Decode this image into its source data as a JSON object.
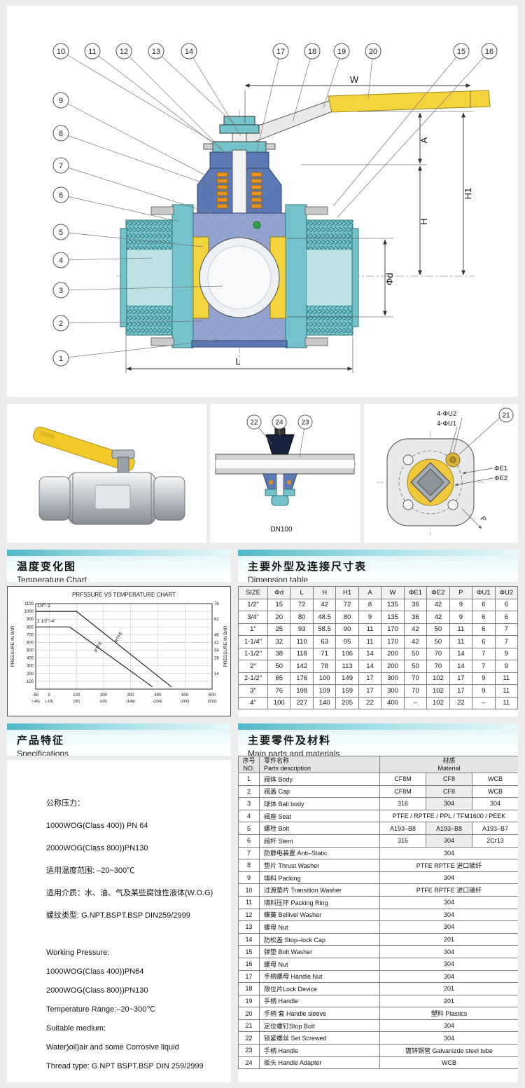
{
  "main_diagram": {
    "callouts_top": [
      "10",
      "11",
      "12",
      "13",
      "14",
      "17",
      "18",
      "19",
      "20",
      "15",
      "16"
    ],
    "callouts_left": [
      "9",
      "8",
      "7",
      "6",
      "5",
      "4",
      "3",
      "2",
      "1"
    ],
    "dim_labels": {
      "w": "W",
      "a": "A",
      "h": "H",
      "h1": "H1",
      "phi_d": "Φd",
      "l": "L"
    }
  },
  "cross_section": {
    "callouts": [
      "22",
      "24",
      "23"
    ],
    "label": "DN100"
  },
  "flange_view": {
    "callout": "21",
    "labels": {
      "u2": "4-ΦU2",
      "u1": "4-ΦU1",
      "e1": "ΦE1",
      "e2": "ΦE2",
      "p": "P"
    }
  },
  "sections": {
    "temperature": {
      "title_zh": "温度变化图",
      "title_en": "Temperature Chart"
    },
    "dimension": {
      "title_zh": "主要外型及连接尺寸表",
      "title_en": "Dimension table"
    },
    "specs": {
      "title_zh": "产品特征",
      "title_en": "Specifications"
    },
    "parts": {
      "title_zh": "主要零件及材料",
      "title_en": "Main parts and materials"
    }
  },
  "chart_data": {
    "type": "line",
    "title": "PRFSSURE VS TEMPERATURE CHART",
    "ylabel_left": "PRESSURE IN BAR",
    "ylabel_right": "PRESSURE IN BAR",
    "xlim": [
      -50,
      600
    ],
    "ylim": [
      0,
      1100
    ],
    "grid": true,
    "x_tick_values": [
      -50,
      0,
      100,
      200,
      300,
      400,
      500,
      600
    ],
    "x_tick_labels": [
      "-50",
      "0",
      "100",
      "200",
      "300",
      "400",
      "500",
      "600"
    ],
    "x_tick_labels_secondary": [
      "(-46)",
      "(-18)",
      "(38)",
      "(93)",
      "(149)",
      "(204)",
      "(260)",
      "(316)"
    ],
    "y_ticks_left": [
      100,
      200,
      300,
      400,
      500,
      600,
      700,
      800,
      900,
      1000,
      1100
    ],
    "y_ticks_right": [
      {
        "label": "76",
        "value": 1100
      },
      {
        "label": "62",
        "value": 900
      },
      {
        "label": "48",
        "value": 700
      },
      {
        "label": "41",
        "value": 600
      },
      {
        "label": "34",
        "value": 500
      },
      {
        "label": "28",
        "value": 400
      },
      {
        "label": "14",
        "value": 200
      }
    ],
    "series": [
      {
        "name": "RTFE",
        "points": [
          [
            -50,
            1000
          ],
          [
            100,
            1000
          ],
          [
            450,
            30
          ]
        ]
      },
      {
        "name": "PTFE",
        "points": [
          [
            -50,
            800
          ],
          [
            75,
            800
          ],
          [
            380,
            30
          ]
        ]
      }
    ],
    "annotations": [
      {
        "text": "1/4\"~2",
        "x": -45,
        "y": 1055,
        "rotate": 0
      },
      {
        "text": "2 1/2\"~4\"",
        "x": -45,
        "y": 855,
        "rotate": 0
      },
      {
        "text": "RTFE",
        "x": 250,
        "y": 595,
        "rotate": -62
      },
      {
        "text": "PTFE",
        "x": 175,
        "y": 468,
        "rotate": -62
      }
    ],
    "legend_position": "on-line"
  },
  "dimension_table": {
    "headers": [
      "SIZE",
      "Φd",
      "L",
      "H",
      "H1",
      "A",
      "W",
      "ΦE1",
      "ΦE2",
      "P",
      "ΦU1",
      "ΦU2"
    ],
    "rows": [
      [
        "1/2\"",
        "15",
        "72",
        "42",
        "72",
        "8",
        "135",
        "36",
        "42",
        "9",
        "6",
        "6"
      ],
      [
        "3/4\"",
        "20",
        "80",
        "48.5",
        "80",
        "9",
        "135",
        "36",
        "42",
        "9",
        "6",
        "6"
      ],
      [
        "1\"",
        "25",
        "93",
        "58.5",
        "90",
        "11",
        "170",
        "42",
        "50",
        "11",
        "6",
        "7"
      ],
      [
        "1-1/4\"",
        "32",
        "110",
        "63",
        "95",
        "11",
        "170",
        "42",
        "50",
        "11",
        "6",
        "7"
      ],
      [
        "1-1/2\"",
        "38",
        "118",
        "71",
        "106",
        "14",
        "200",
        "50",
        "70",
        "14",
        "7",
        "9"
      ],
      [
        "2\"",
        "50",
        "142",
        "78",
        "113",
        "14",
        "200",
        "50",
        "70",
        "14",
        "7",
        "9"
      ],
      [
        "2-1/2\"",
        "65",
        "176",
        "100",
        "149",
        "17",
        "300",
        "70",
        "102",
        "17",
        "9",
        "11"
      ],
      [
        "3\"",
        "76",
        "198",
        "109",
        "159",
        "17",
        "300",
        "70",
        "102",
        "17",
        "9",
        "11"
      ],
      [
        "4\"",
        "100",
        "227",
        "140",
        "205",
        "22",
        "400",
        "–",
        "102",
        "22",
        "–",
        "11"
      ]
    ]
  },
  "parts_table": {
    "header": {
      "no_zh": "序号",
      "no_en": "NO.",
      "desc_zh": "零件名称",
      "desc_en": "Parts  description",
      "mat_zh": "材质",
      "mat_en": "Material"
    },
    "rows": [
      {
        "no": "1",
        "desc": "阀体 Body",
        "materials": [
          "CF8M",
          "CF8",
          "WCB"
        ]
      },
      {
        "no": "2",
        "desc": "阀盖 Cap",
        "materials": [
          "CF8M",
          "CF8",
          "WCB"
        ]
      },
      {
        "no": "3",
        "desc": "球体 Ball body",
        "materials": [
          "316",
          "304",
          "304"
        ]
      },
      {
        "no": "4",
        "desc": "阀座 Seat",
        "materials": [
          "PTFE / RPTFE / PPL / TFM1600 / PEEK"
        ]
      },
      {
        "no": "5",
        "desc": "螺栓 Bolt",
        "materials": [
          "A193–B8",
          "A193–B8",
          "A193–B7"
        ]
      },
      {
        "no": "6",
        "desc": "阀杆 Stem",
        "materials": [
          "316",
          "304",
          "2Cr13"
        ]
      },
      {
        "no": "7",
        "desc": "防静电装置 Anti–Static",
        "materials": [
          "304"
        ]
      },
      {
        "no": "8",
        "desc": "垫片 Thrust Washer",
        "materials": [
          "PTFE RPTFE 进口碳纤"
        ]
      },
      {
        "no": "9",
        "desc": "填料 Packing",
        "materials": [
          "304"
        ]
      },
      {
        "no": "10",
        "desc": "过渡垫片 Transition Washer",
        "materials": [
          "PTFE  RPTFE 进口碳纤"
        ]
      },
      {
        "no": "11",
        "desc": "填料压环 Packing Ring",
        "materials": [
          "304"
        ]
      },
      {
        "no": "12",
        "desc": "蝶簧 Bellivel Washer",
        "materials": [
          "304"
        ]
      },
      {
        "no": "13",
        "desc": "螺母  Nut",
        "materials": [
          "304"
        ]
      },
      {
        "no": "14",
        "desc": "防松盖 Stop–lock Cap",
        "materials": [
          "201"
        ]
      },
      {
        "no": "15",
        "desc": "弹垫 Bolt Washer",
        "materials": [
          "304"
        ]
      },
      {
        "no": "16",
        "desc": "螺母  Nut",
        "materials": [
          "304"
        ]
      },
      {
        "no": "17",
        "desc": "手柄螺母  Handle Nut",
        "materials": [
          "304"
        ]
      },
      {
        "no": "18",
        "desc": "限位片Lock Device",
        "materials": [
          "201"
        ]
      },
      {
        "no": "19",
        "desc": "手柄 Handle",
        "materials": [
          "201"
        ]
      },
      {
        "no": "20",
        "desc": "手柄 套 Handle sleeve",
        "materials": [
          "塑料 Plastics"
        ]
      },
      {
        "no": "21",
        "desc": "定位螺钉Stop Bolt",
        "materials": [
          "304"
        ]
      },
      {
        "no": "22",
        "desc": "锁紧螺丝 Set Screwed",
        "materials": [
          "304"
        ]
      },
      {
        "no": "23",
        "desc": "手柄 Handle",
        "materials": [
          "镀锌钢管 Galvanizde steel tube"
        ]
      },
      {
        "no": "24",
        "desc": "扳头 Handle Adapter",
        "materials": [
          "WCB"
        ]
      }
    ]
  },
  "specifications": {
    "lines_zh": [
      "公称压力：",
      "1000WOG(Class 400)) PN 64",
      "2000WOG(Class 800))PN130",
      "适用温度范围: –20~300℃",
      "适用介质：水、油、气及某些腐蚀性液体(W.O.G)",
      "螺纹类型: G.NPT.BSPT.BSP DIN259/2999"
    ],
    "lines_en": [
      "Working Pressure:",
      "1000WOG(Class 400))PN64",
      "2000WOG(Class 800))PN130",
      "Temperature Range:–20~300℃",
      "Suitable medium:",
      "Water)oil)air and some Corrosive liquid",
      "Thread type: G.NPT BSPT.BSP DIN 259/2999"
    ]
  }
}
